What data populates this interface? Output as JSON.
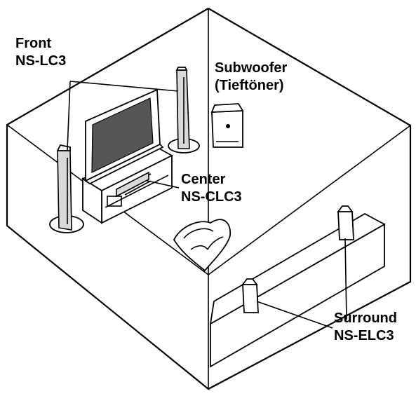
{
  "labels": {
    "front": {
      "line1": "Front",
      "line2": "NS-LC3"
    },
    "subwoofer": {
      "line1": "Subwoofer",
      "line2": "(Tieftöner)"
    },
    "center": {
      "line1": "Center",
      "line2": "NS-CLC3"
    },
    "surround": {
      "line1": "Surround",
      "line2": "NS-ELC3"
    }
  },
  "colors": {
    "line": "#000000",
    "background": "#ffffff",
    "speaker_fill": "#d9d9d9"
  }
}
